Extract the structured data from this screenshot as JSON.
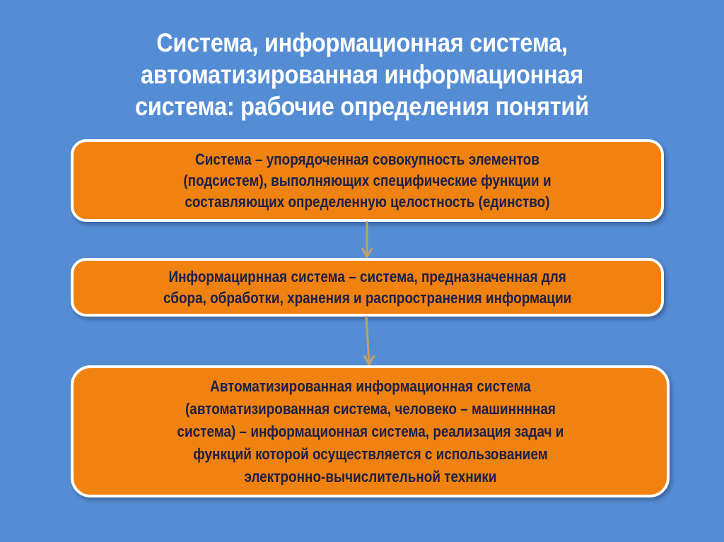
{
  "title": "Система, информационная система,\nавтоматизированная информационная\nсистема: рабочие определения  понятий",
  "title_lines": [
    "Система, информационная система,",
    "автоматизированная информационная",
    "система: рабочие определения  понятий"
  ],
  "boxes": [
    {
      "text": "Система  –  упорядоченная совокупность элементов\n(подсистем), выполняющих специфические функции и\nсоставляющих определенную целостность (единство)"
    },
    {
      "text": "Информацирнная система  – система, предназначенная для\nсбора, обработки, хранения и распространения информации"
    },
    {
      "text": "Автоматизированная информационная система\n(автоматизированная система, человеко – машинннная\nсистема) – информационная система, реализация задач и\nфункций которой осуществляется с использованием\nэлектронно-вычислительной техники"
    }
  ],
  "arrows": [
    {
      "from": "box1",
      "to": "box2",
      "icon": "arrow-down-icon"
    },
    {
      "from": "box2",
      "to": "box3",
      "icon": "arrow-down-icon"
    }
  ],
  "colors": {
    "background": "#558dd5",
    "box_fill": "#f0820f",
    "box_border": "#ffffff",
    "box_text": "#1c2048",
    "title_text": "#ffffff",
    "arrow": "#c4a06a"
  }
}
